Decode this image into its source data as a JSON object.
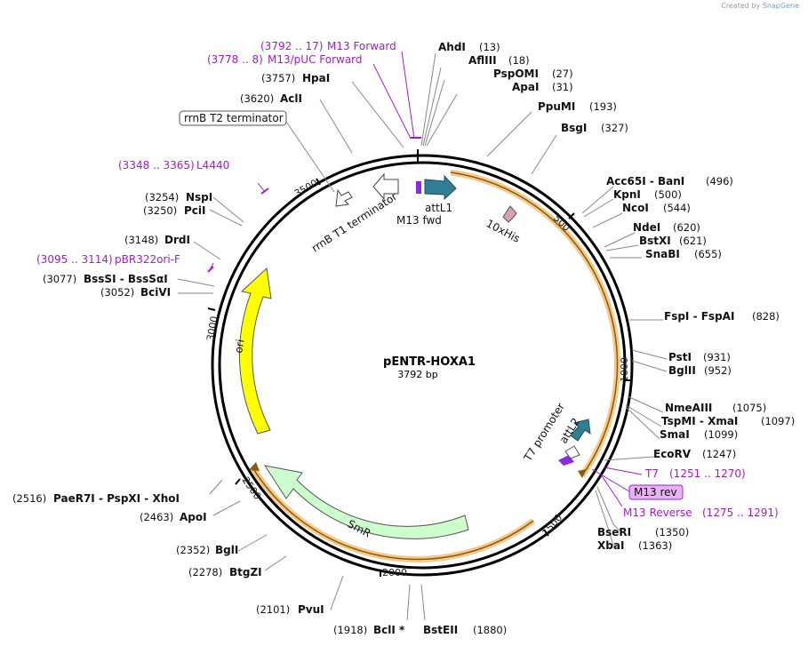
{
  "credit": {
    "prefix": "Created by",
    "brand": "SnapGene"
  },
  "plasmid": {
    "name": "pENTR-HOXA1",
    "size": "3792 bp",
    "total_bp": 3792
  },
  "colors": {
    "primer": "#a21ccf",
    "attL": "#2f7f95",
    "ori": "#ffff00",
    "SmR": "#ccffcc",
    "his": "#d9a0b8",
    "orf": "#f0a830"
  },
  "scale_ticks": [
    "500",
    "1000",
    "1500",
    "2000",
    "2500",
    "3000",
    "3500"
  ],
  "enzymes": [
    {
      "name": "AhdI",
      "pos": "(13)"
    },
    {
      "name": "AflIII",
      "pos": "(18)"
    },
    {
      "name": "PspOMI",
      "pos": "(27)"
    },
    {
      "name": "ApaI",
      "pos": "(31)"
    },
    {
      "name": "PpuMI",
      "pos": "(193)"
    },
    {
      "name": "BsgI",
      "pos": "(327)"
    },
    {
      "name": "Acc65I  - BanI",
      "pos": "(496)"
    },
    {
      "name": "KpnI",
      "pos": "(500)"
    },
    {
      "name": "NcoI",
      "pos": "(544)"
    },
    {
      "name": "NdeI",
      "pos": "(620)"
    },
    {
      "name": "BstXI",
      "pos": "(621)"
    },
    {
      "name": "SnaBI",
      "pos": "(655)"
    },
    {
      "name": "FspI  - FspAI",
      "pos": "(828)"
    },
    {
      "name": "PstI",
      "pos": "(931)"
    },
    {
      "name": "BglII",
      "pos": "(952)"
    },
    {
      "name": "NmeAIII",
      "pos": "(1075)"
    },
    {
      "name": "TspMI  - XmaI",
      "pos": "(1097)"
    },
    {
      "name": "SmaI",
      "pos": "(1099)"
    },
    {
      "name": "EcoRV",
      "pos": "(1247)"
    },
    {
      "name": "BseRI",
      "pos": "(1350)"
    },
    {
      "name": "XbaI",
      "pos": "(1363)"
    },
    {
      "name": "BstEII",
      "pos": "(1880)"
    },
    {
      "name": "BclI *",
      "pos": "(1918)"
    },
    {
      "name": "PvuI",
      "pos": "(2101)"
    },
    {
      "name": "BtgZI",
      "pos": "(2278)"
    },
    {
      "name": "BglI",
      "pos": "(2352)"
    },
    {
      "name": "ApoI",
      "pos": "(2463)"
    },
    {
      "name": "PaeR7I  - PspXI  - XhoI",
      "pos": "(2516)"
    },
    {
      "name": "BciVI",
      "pos": "(3052)"
    },
    {
      "name": "BssSI  - BssSαI",
      "pos": "(3077)"
    },
    {
      "name": "DrdI",
      "pos": "(3148)"
    },
    {
      "name": "PciI",
      "pos": "(3250)"
    },
    {
      "name": "NspI",
      "pos": "(3254)"
    },
    {
      "name": "AclI",
      "pos": "(3620)"
    },
    {
      "name": "HpaI",
      "pos": "(3757)"
    }
  ],
  "primers": [
    {
      "name": "M13 Forward",
      "range": "(3792 .. 17)"
    },
    {
      "name": "M13/pUC Forward",
      "range": "(3778 .. 8)"
    },
    {
      "name": "L4440",
      "range": "(3348 .. 3365)"
    },
    {
      "name": "pBR322ori-F",
      "range": "(3095 .. 3114)"
    },
    {
      "name": "T7",
      "range": "(1251 .. 1270)"
    },
    {
      "name": "M13 Reverse",
      "range": "(1275 .. 1291)"
    }
  ],
  "features": {
    "rrnB_T2": "rrnB T2 terminator",
    "rrnB_T1": "rrnB T1 terminator",
    "attL1": "attL1",
    "m13fwd": "M13 fwd",
    "his": "10xHis",
    "t7prom": "T7 promoter",
    "attL2": "attL2",
    "m13rev": "M13 rev",
    "ori": "ori",
    "SmR": "SmR"
  }
}
